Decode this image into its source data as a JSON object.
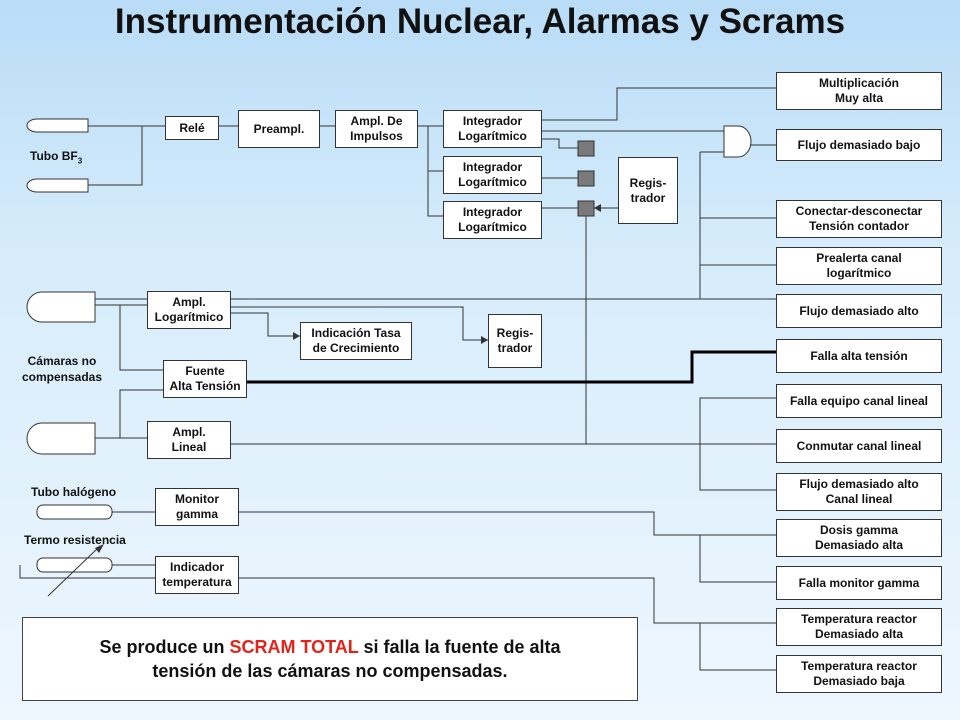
{
  "title": "Instrumentación Nuclear, Alarmas y Scrams",
  "labels": {
    "tubo_bf3": "Tubo BF",
    "tubo_bf3_sub": "3",
    "camaras_line1": "Cámaras no",
    "camaras_line2": "compensadas",
    "tubo_halogeno": "Tubo halógeno",
    "termo_resistencia": "Termo resistencia"
  },
  "blocks": {
    "rele": "Relé",
    "preampl": "Preampl.",
    "ampl_impulsos": [
      "Ampl. De",
      "Impulsos"
    ],
    "integrador_1": [
      "Integrador",
      "Logarítmico"
    ],
    "integrador_2": [
      "Integrador",
      "Logarítmico"
    ],
    "integrador_3": [
      "Integrador",
      "Logarítmico"
    ],
    "registrador_1": [
      "Regis-",
      "trador"
    ],
    "ampl_log": [
      "Ampl.",
      "Logarítmico"
    ],
    "tasa": [
      "Indicación Tasa",
      "de Crecimiento"
    ],
    "registrador_2": [
      "Regis-",
      "trador"
    ],
    "fuente": [
      "Fuente",
      "Alta Tensión"
    ],
    "ampl_lineal": [
      "Ampl.",
      "Lineal"
    ],
    "monitor_gamma": [
      "Monitor",
      "gamma"
    ],
    "indicador_temp": [
      "Indicador",
      "temperatura"
    ]
  },
  "alarms": [
    [
      "Multiplicación",
      "Muy alta"
    ],
    [
      "Flujo demasiado bajo"
    ],
    [
      "Conectar-desconectar",
      "Tensión contador"
    ],
    [
      "Prealerta canal",
      "logarítmico"
    ],
    [
      "Flujo demasiado alto"
    ],
    [
      "Falla alta tensión"
    ],
    [
      "Falla equipo canal lineal"
    ],
    [
      "Conmutar canal lineal"
    ],
    [
      "Flujo demasiado alto",
      "Canal lineal"
    ],
    [
      "Dosis gamma",
      "Demasiado alta"
    ],
    [
      "Falla monitor gamma"
    ],
    [
      "Temperatura reactor",
      "Demasiado alta"
    ],
    [
      "Temperatura reactor",
      "Demasiado baja"
    ]
  ],
  "note": {
    "line1_pre": "Se produce un ",
    "line1_red": "SCRAM TOTAL",
    "line1_post": " si falla la fuente de alta",
    "line2": "tensión de las cámaras no compensadas."
  },
  "colors": {
    "scram_highlight": "#e3231b",
    "switch_fill": "#7a7a7a"
  }
}
